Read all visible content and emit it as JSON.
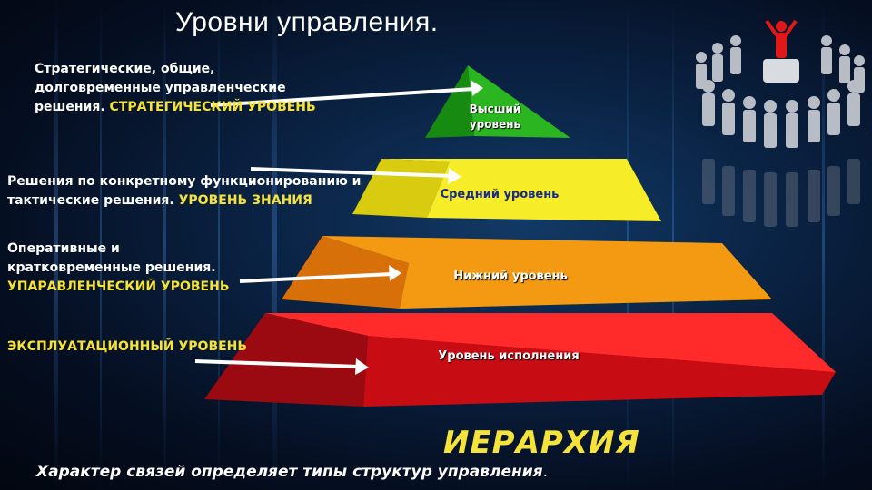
{
  "title": "Уровни управления.",
  "left_notes": [
    {
      "text": "Стратегические, общие, долговременные управленческие решения. ",
      "highlight": "СТРАТЕГИЧЕСКИЙ УРОВЕНЬ"
    },
    {
      "text": "Решения по конкретному функционированию и тактические решения. ",
      "highlight": "УРОВЕНЬ ЗНАНИЯ"
    },
    {
      "text": "Оперативные и кратковременные решения. ",
      "highlight": "УПАРАВЛЕНЧЕСКИЙ УРОВЕНЬ"
    },
    {
      "text": "",
      "highlight": "ЭКСПЛУАТАЦИОННЫЙ УРОВЕНЬ"
    }
  ],
  "tiers": [
    {
      "label": "Высший уровень",
      "color": "#1f9a1a"
    },
    {
      "label": "Средний уровень",
      "color": "#f2e51a"
    },
    {
      "label": "Нижний уровень",
      "color": "#f08a0c"
    },
    {
      "label": "Уровень исполнения",
      "color": "#e8141c"
    }
  ],
  "hierarchy": "ИЕРАРХИЯ",
  "footer": {
    "text": "Характер связей определяет типы структур управления",
    "end": "."
  },
  "icons": {
    "people": "people-circle-icon"
  }
}
